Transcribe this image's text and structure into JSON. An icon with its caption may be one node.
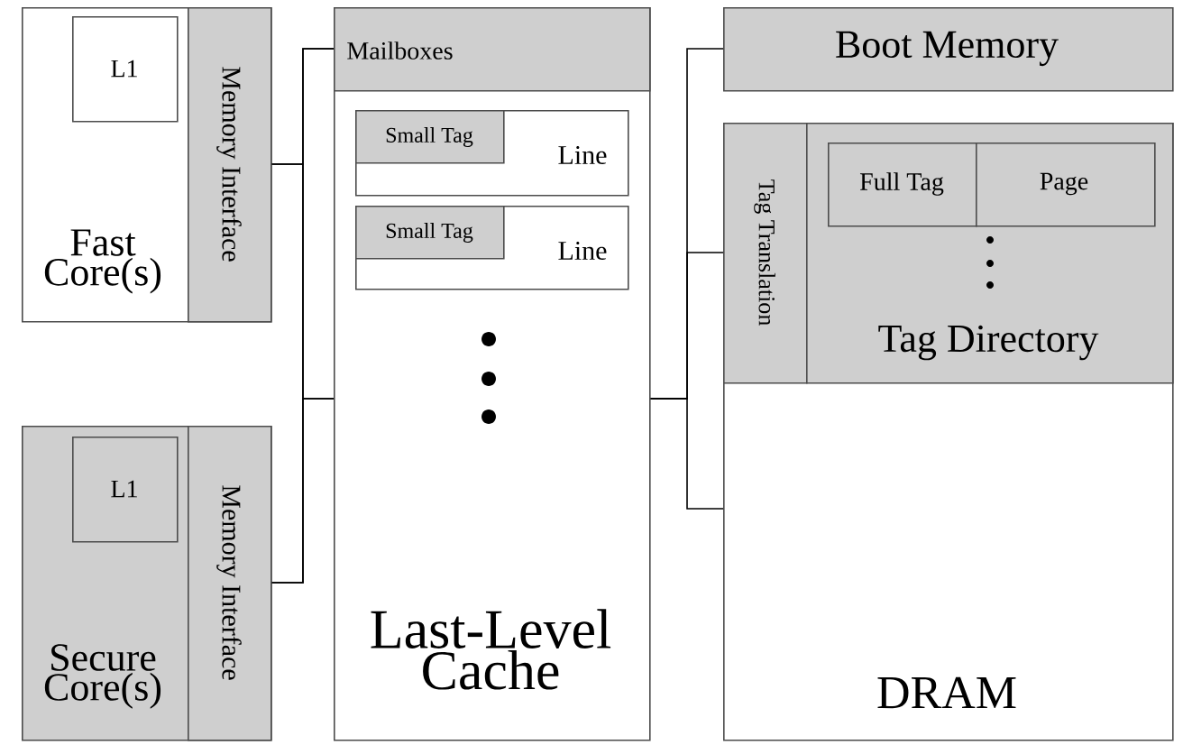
{
  "diagram": {
    "nodes": [
      {
        "text": [
          "Fast Core(s)"
        ]
      },
      {
        "text": [
          "L1"
        ],
        "in": 0
      },
      {
        "text": [
          "Memory Interface"
        ],
        "in": 0
      },
      {
        "text": [
          "Secure Core(s)"
        ]
      },
      {
        "text": [
          "L1"
        ],
        "in": 3
      },
      {
        "text": [
          "Memory Interface"
        ],
        "in": 3
      },
      {
        "text": [
          "Last-Level Cache"
        ]
      },
      {
        "text": [
          "Mailboxes"
        ],
        "in": 6
      },
      {
        "text": [
          "Line"
        ],
        "in": 6
      },
      {
        "text": [
          "Small Tag"
        ],
        "in": 8
      },
      {
        "text": [
          "Line"
        ],
        "in": 6
      },
      {
        "text": [
          "Small Tag"
        ],
        "in": 10
      },
      {
        "text": [
          "Boot Memory"
        ]
      },
      {
        "text": [
          "DRAM"
        ]
      },
      {
        "text": [
          "Tag Translation"
        ],
        "in": 13
      },
      {
        "text": [
          "Tag Directory"
        ],
        "in": 13
      },
      {
        "text": [
          "Full Tag"
        ],
        "in": 15
      },
      {
        "text": [
          "Page"
        ],
        "in": 15
      }
    ],
    "edges": [
      {
        "from": 2,
        "to": 7,
        "arrow": "none"
      },
      {
        "from": 2,
        "to": 6,
        "arrow": "none"
      },
      {
        "from": 5,
        "to": 7,
        "arrow": "none"
      },
      {
        "from": 5,
        "to": 6,
        "arrow": "none"
      },
      {
        "from": 6,
        "to": 12,
        "arrow": "none"
      },
      {
        "from": 6,
        "to": 14,
        "arrow": "none"
      },
      {
        "from": 6,
        "to": 13,
        "arrow": "none"
      }
    ]
  }
}
